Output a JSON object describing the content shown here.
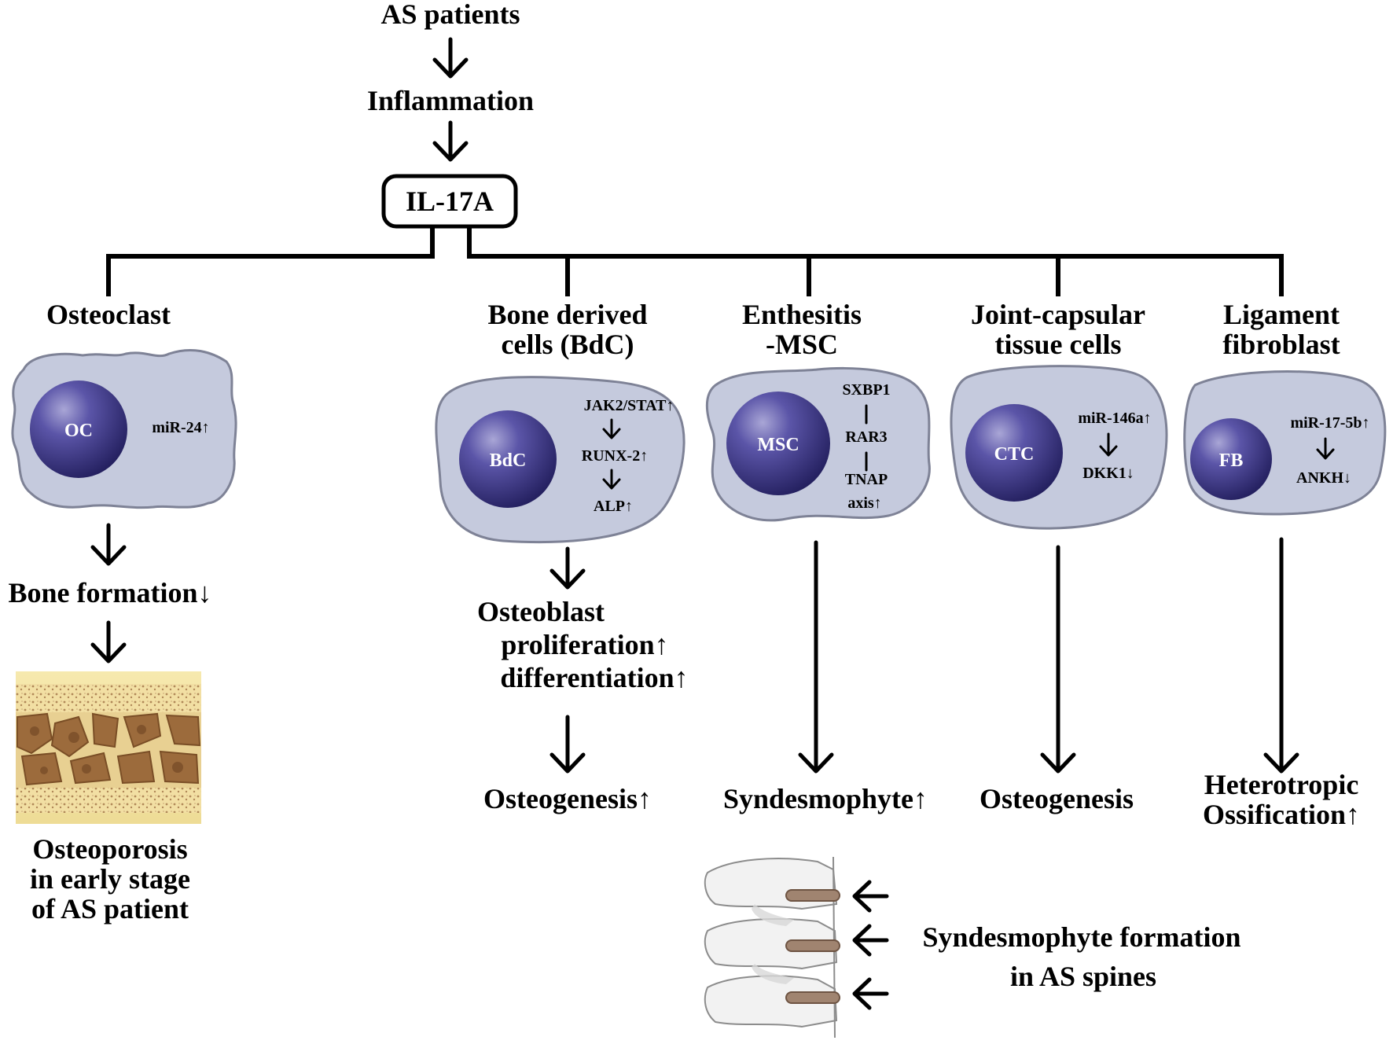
{
  "top": {
    "patients": "AS patients",
    "inflammation": "Inflammation",
    "cytokine": "IL-17A"
  },
  "branches": [
    {
      "title_lines": [
        "Osteoclast"
      ],
      "nucleus": "OC",
      "markers": [
        "miR-24↑"
      ],
      "outcome_lines": [
        "Bone formation↓"
      ],
      "final_lines": [
        "Osteoporosis",
        "in early stage",
        "of AS patient"
      ]
    },
    {
      "title_lines": [
        "Bone derived",
        "cells (BdC)"
      ],
      "nucleus": "BdC",
      "markers": [
        "JAK2/STAT↑",
        "RUNX-2↑",
        "ALP↑"
      ],
      "outcome_lines": [
        "Osteoblast",
        "proliferation↑",
        "differentiation↑"
      ],
      "final_lines": [
        "Osteogenesis↑"
      ]
    },
    {
      "title_lines": [
        "Enthesitis",
        "-MSC"
      ],
      "nucleus": "MSC",
      "markers": [
        "SXBP1",
        "RAR3",
        "TNAP",
        "axis↑"
      ],
      "final_lines": [
        "Syndesmophyte↑"
      ]
    },
    {
      "title_lines": [
        "Joint-capsular",
        "tissue cells"
      ],
      "nucleus": "CTC",
      "markers": [
        "miR-146a↑",
        "DKK1↓"
      ],
      "final_lines": [
        "Osteogenesis"
      ]
    },
    {
      "title_lines": [
        "Ligament",
        "fibroblast"
      ],
      "nucleus": "FB",
      "markers": [
        "miR-17-5b↑",
        "ANKH↓"
      ],
      "final_lines": [
        "Heterotropic",
        "Ossification↑"
      ]
    }
  ],
  "spine": {
    "caption_lines": [
      "Syndesmophyte formation",
      "in AS spines"
    ]
  },
  "colors": {
    "cell_fill": "#c5cadd",
    "nucleus": "#3a3580",
    "bone_background": "#f5e6a8",
    "bone_cavity": "#9c6b3c"
  }
}
